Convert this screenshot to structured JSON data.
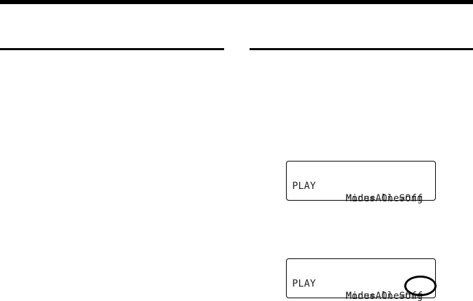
{
  "lcd_panels": [
    {
      "line1": {
        "left": "PLAY",
        "right": "Mode=All Song"
      },
      "line2": {
        "right": "Minus One=Off"
      }
    },
    {
      "line1": {
        "left": "PLAY",
        "right": "Mode=All Song"
      },
      "line2": {
        "right": "Minus One=Off"
      },
      "highlighted_value": "Off"
    }
  ]
}
